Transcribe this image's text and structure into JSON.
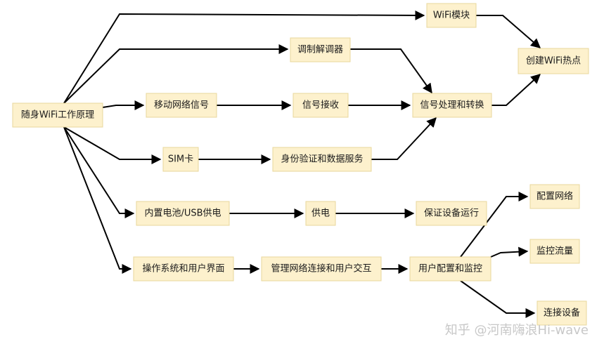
{
  "nodes": {
    "root": "随身WiFi工作原理",
    "wifi_module": "WiFi模块",
    "modem": "调制解调器",
    "mobile_signal": "移动网络信号",
    "signal_receive": "信号接收",
    "signal_process": "信号处理和转换",
    "hotspot": "创建WiFi热点",
    "sim": "SIM卡",
    "auth": "身份验证和数据服务",
    "battery": "内置电池/USB供电",
    "power": "供电",
    "run": "保证设备运行",
    "os": "操作系统和用户界面",
    "manage": "管理网络连接和用户交互",
    "config": "用户配置和监控",
    "net_config": "配置网络",
    "traffic": "监控流量",
    "device": "连接设备"
  },
  "edges": [
    [
      "root",
      "wifi_module"
    ],
    [
      "root",
      "modem"
    ],
    [
      "root",
      "mobile_signal"
    ],
    [
      "root",
      "sim"
    ],
    [
      "root",
      "battery"
    ],
    [
      "root",
      "os"
    ],
    [
      "wifi_module",
      "hotspot"
    ],
    [
      "modem",
      "signal_process"
    ],
    [
      "mobile_signal",
      "signal_receive"
    ],
    [
      "signal_receive",
      "signal_process"
    ],
    [
      "signal_process",
      "hotspot"
    ],
    [
      "sim",
      "auth"
    ],
    [
      "auth",
      "signal_process"
    ],
    [
      "battery",
      "power"
    ],
    [
      "power",
      "run"
    ],
    [
      "os",
      "manage"
    ],
    [
      "manage",
      "config"
    ],
    [
      "config",
      "net_config"
    ],
    [
      "config",
      "traffic"
    ],
    [
      "config",
      "device"
    ]
  ],
  "watermark": "知乎 @河南嗨浪Hi-wave"
}
